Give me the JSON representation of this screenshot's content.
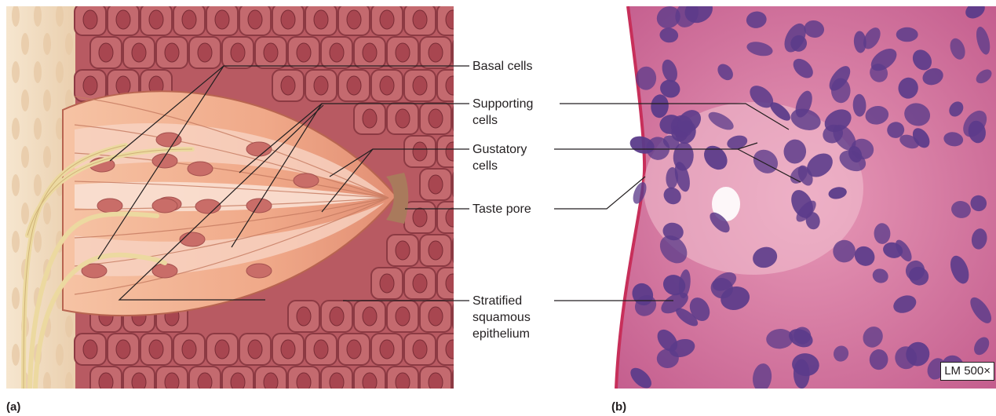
{
  "panels": {
    "a_label": "(a)",
    "b_label": "(b)"
  },
  "callouts": {
    "basal_cells": "Basal cells",
    "supporting_cells": "Supporting\ncells",
    "gustatory_cells": "Gustatory\ncells",
    "taste_pore": "Taste pore",
    "stratified_epithelium": "Stratified\nsquamous\nepithelium"
  },
  "micrograph": {
    "magnification": "LM 500×"
  },
  "colors": {
    "line": "#231f20",
    "cell_wall": "#8c3a43",
    "cell_fill": "#c46a6f",
    "nucleus": "#a84650",
    "taste_bud": "#f2b08f",
    "nerve": "#ecd9a0",
    "connective": "#f1dcc0",
    "histo_bg": "#d9779e",
    "histo_nucleus": "#5b3b8a"
  }
}
